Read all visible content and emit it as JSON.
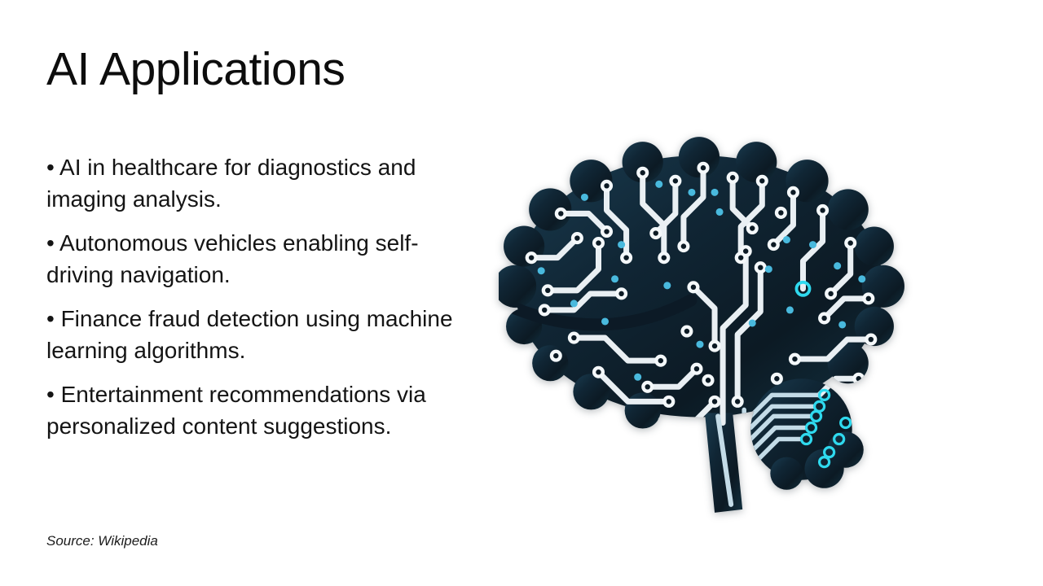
{
  "slide": {
    "title": "AI Applications",
    "bullets": [
      "• AI in healthcare for diagnostics and imaging analysis.",
      "• Autonomous vehicles enabling self-driving navigation.",
      "• Finance fraud detection using machine learning algorithms.",
      "• Entertainment recommendations via personalized content suggestions."
    ],
    "source": "Source: Wikipedia"
  },
  "illustration": {
    "name": "circuit-board-brain",
    "colors": {
      "silhouette_dark": "#0c1a24",
      "silhouette_blue": "#1a3c50",
      "trace": "#e9eff3",
      "trace_light_blue": "#c3dbe7",
      "pad": "#f4f8fa",
      "pad_hole": "#0c1a24",
      "accent_cyan": "#49b9dd",
      "accent_bright_cyan": "#2fd9ee"
    }
  }
}
